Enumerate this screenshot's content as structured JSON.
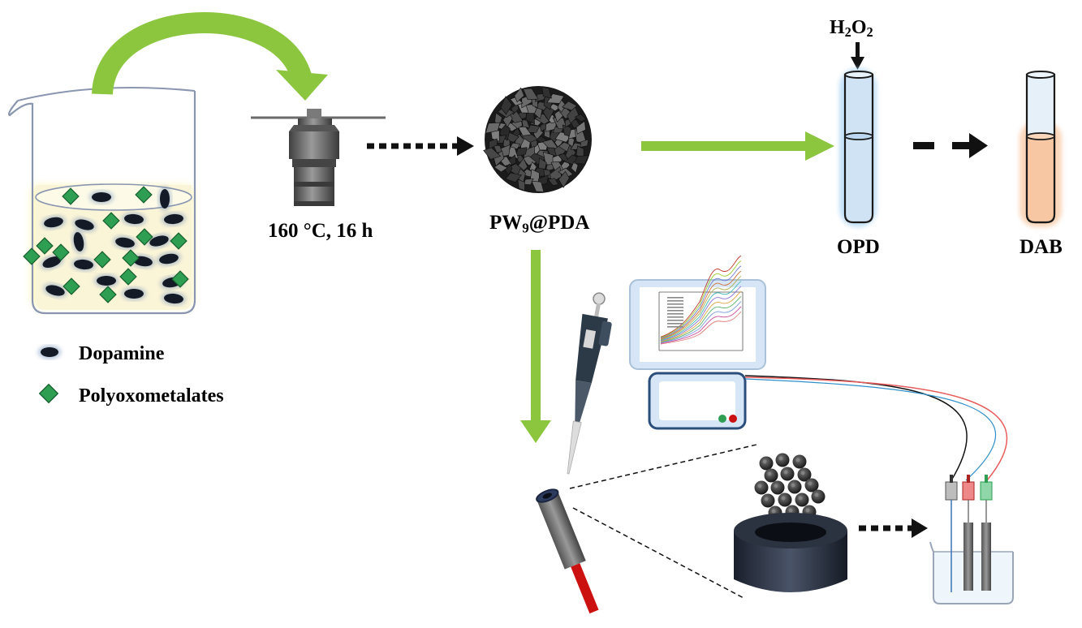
{
  "labels": {
    "conditions": "160 °C, 16 h",
    "product_main": "PW",
    "product_sub": "9",
    "product_rest": "@PDA",
    "oxidant_main": "H",
    "oxidant_sub1": "2",
    "oxidant_mid": "O",
    "oxidant_sub2": "2",
    "substrate": "OPD",
    "oxidized_product": "DAB"
  },
  "legend": [
    {
      "symbol": "dopamine-blob",
      "label": "Dopamine"
    },
    {
      "symbol": "green-diamond",
      "label": "Polyoxometalates"
    }
  ],
  "colors": {
    "flow_arrow": "#8cc63f",
    "diamond": "#2e9e52",
    "beaker_solution": "#fbf5d8",
    "tube_fill": "#cfe3f5",
    "dab_fill": "#f6c7a2",
    "electrode_red": "#cc1111"
  }
}
